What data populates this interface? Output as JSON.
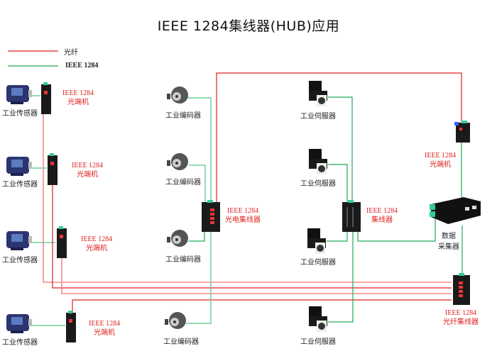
{
  "title": "IEEE 1284集线器(HUB)应用",
  "legend": {
    "fiber": {
      "label": "光纤",
      "color": "#e02020"
    },
    "ieee": {
      "label": "IEEE 1284",
      "color": "#1faa55"
    }
  },
  "colors": {
    "fiber": "#e02020",
    "ieee": "#1faa55",
    "ieee_light": "#6fd19a",
    "fiber_light": "#f58a8a"
  },
  "sensors": [
    {
      "label": "工业传感器"
    },
    {
      "label": "工业传感器"
    },
    {
      "label": "工业传感器"
    },
    {
      "label": "工业传感器"
    }
  ],
  "converters_left": [
    {
      "line1": "IEEE 1284",
      "line2": "光端机"
    },
    {
      "line1": "IEEE 1284",
      "line2": "光端机"
    },
    {
      "line1": "IEEE 1284",
      "line2": "光端机"
    },
    {
      "line1": "IEEE 1284",
      "line2": "光端机"
    }
  ],
  "encoders": [
    {
      "label": "工业编码器"
    },
    {
      "label": "工业编码器"
    },
    {
      "label": "工业编码器"
    },
    {
      "label": "工业编码器"
    }
  ],
  "hub_optical": {
    "line1": "IEEE 1284",
    "line2": "光电集线器"
  },
  "servos": [
    {
      "label": "工业伺服器"
    },
    {
      "label": "工业伺服器"
    },
    {
      "label": "工业伺服器"
    },
    {
      "label": "工业伺服器"
    }
  ],
  "hub": {
    "line1": "IEEE 1284",
    "line2": "集线器"
  },
  "converter_right": {
    "line1": "IEEE 1284",
    "line2": "光端机"
  },
  "collector": {
    "line1": "数据",
    "line2": "采集器"
  },
  "fiber_hub": {
    "line1": "IEEE 1284",
    "line2": "光纤集线器"
  }
}
